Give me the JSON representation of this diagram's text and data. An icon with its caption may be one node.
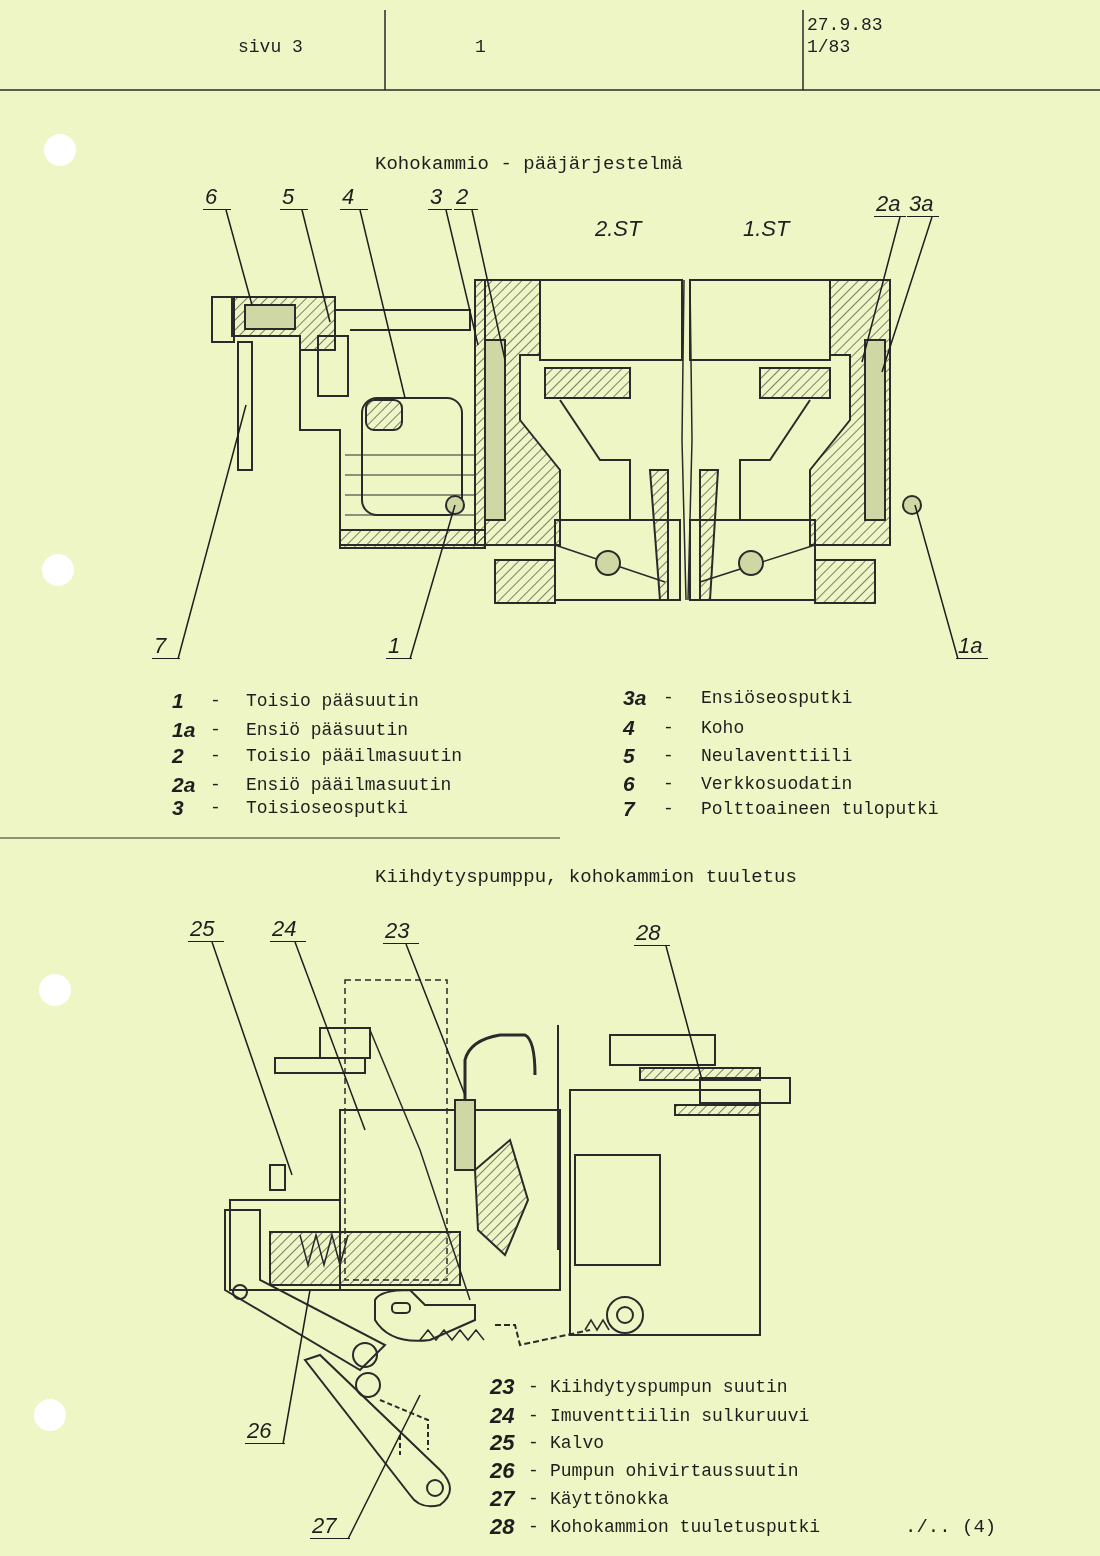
{
  "diagram": {
    "title": "Kohokammio - pääjärjestelmä",
    "nodes": [
      {
        "text": [
          "6"
        ]
      },
      {
        "text": [
          "5"
        ]
      },
      {
        "text": [
          "4"
        ]
      },
      {
        "text": [
          "3"
        ]
      },
      {
        "text": [
          "2"
        ]
      },
      {
        "text": [
          "2a"
        ]
      },
      {
        "text": [
          "3a"
        ]
      },
      {
        "text": [
          "7"
        ]
      },
      {
        "text": [
          "1"
        ]
      },
      {
        "text": [
          "1a"
        ]
      },
      {
        "text": [
          "25"
        ]
      },
      {
        "text": [
          "24"
        ]
      },
      {
        "text": [
          "23"
        ]
      },
      {
        "text": [
          "28"
        ]
      },
      {
        "text": [
          "26"
        ]
      },
      {
        "text": [
          "27"
        ]
      }
    ],
    "edges": [
      {
        "from": 0,
        "to": null,
        "arrow": "none"
      },
      {
        "from": 1,
        "to": null,
        "arrow": "none"
      },
      {
        "from": 2,
        "to": null,
        "arrow": "none"
      },
      {
        "from": 3,
        "to": null,
        "arrow": "none"
      },
      {
        "from": 4,
        "to": null,
        "arrow": "none"
      },
      {
        "from": 5,
        "to": null,
        "arrow": "none"
      },
      {
        "from": 6,
        "to": null,
        "arrow": "none"
      },
      {
        "from": 7,
        "to": null,
        "arrow": "none"
      },
      {
        "from": 8,
        "to": null,
        "arrow": "none"
      },
      {
        "from": 9,
        "to": null,
        "arrow": "none"
      },
      {
        "from": 10,
        "to": null,
        "arrow": "none"
      },
      {
        "from": 11,
        "to": null,
        "arrow": "none"
      },
      {
        "from": 12,
        "to": null,
        "arrow": "none"
      },
      {
        "from": 13,
        "to": null,
        "arrow": "none"
      },
      {
        "from": 14,
        "to": null,
        "arrow": "none"
      },
      {
        "from": 15,
        "to": null,
        "arrow": "none"
      }
    ],
    "labels": [
      "sivu 3",
      "1",
      "27.9.83",
      "1/83",
      "2.ST",
      "1.ST",
      "1",
      "-",
      "Toisio pääsuutin",
      "1a",
      "-",
      "Ensiö pääsuutin",
      "2",
      "-",
      "Toisio pääilmasuutin",
      "2a",
      "-",
      "Ensiö pääilmasuutin",
      "3",
      "-",
      "Toisioseosputki",
      "3a",
      "-",
      "Ensiöseosputki",
      "4",
      "-",
      "Koho",
      "5",
      "-",
      "Neulaventtiili",
      "6",
      "-",
      "Verkkosuodatin",
      "7",
      "-",
      "Polttoaineen tuloputki",
      "Kiihdytyspumppu, kohokammion tuuletus",
      "23",
      "-",
      "Kiihdytyspumpun suutin",
      "24",
      "-",
      "Imuventtiilin sulkuruuvi",
      "25",
      "-",
      "Kalvo",
      "26",
      "-",
      "Pumpun ohivirtaussuutin",
      "27",
      "-",
      "Käyttönokka",
      "28",
      "-",
      "Kohokammion tuuletusputki",
      "./.. (4)"
    ]
  }
}
